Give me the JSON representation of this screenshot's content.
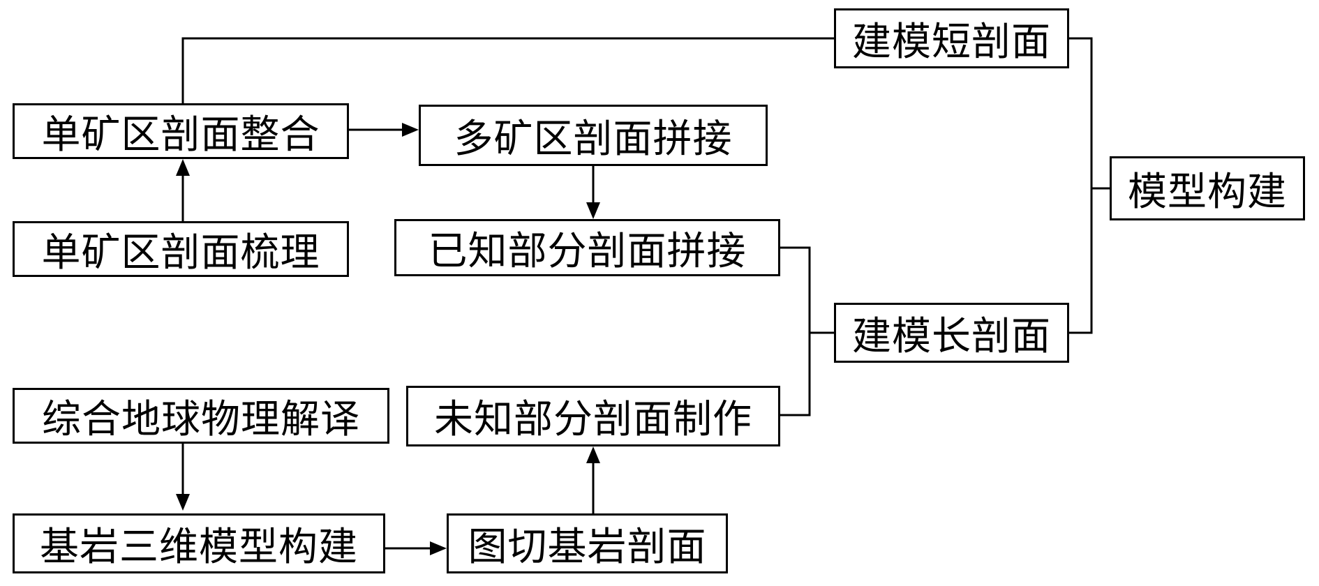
{
  "nodes": {
    "single_section_integration": "单矿区剖面整合",
    "single_section_sorting": "单矿区剖面梳理",
    "multi_section_splicing": "多矿区剖面拼接",
    "known_section_splicing": "已知部分剖面拼接",
    "modeling_short_section": "建模短剖面",
    "model_construction": "模型构建",
    "modeling_long_section": "建模长剖面",
    "geophysical_interpretation": "综合地球物理解译",
    "unknown_section_making": "未知部分剖面制作",
    "bedrock_3d_model": "基岩三维模型构建",
    "cut_bedrock_section": "图切基岩剖面"
  }
}
